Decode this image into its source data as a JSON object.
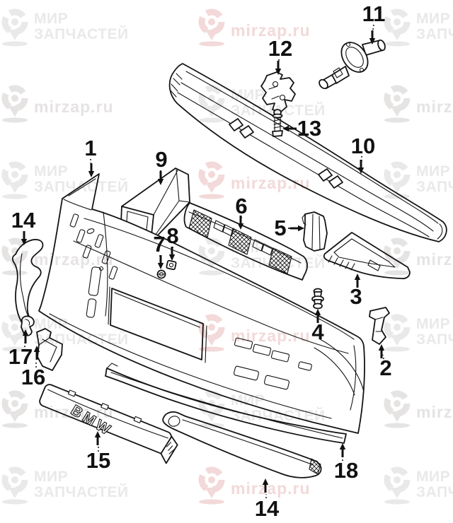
{
  "watermark": {
    "brand_line1": "МИР",
    "brand_line2": "ЗАПЧАСТЕЙ",
    "site": "mirzap.ru",
    "brand_color": "#e9e9e9",
    "site_color": "#e6e3e3",
    "site_accent_color": "#f3d9d9"
  },
  "diagram": {
    "bmw_badge": "BMW",
    "line_color": "#141414",
    "callouts": [
      {
        "label": "1"
      },
      {
        "label": "2"
      },
      {
        "label": "3"
      },
      {
        "label": "4"
      },
      {
        "label": "5"
      },
      {
        "label": "6"
      },
      {
        "label": "7"
      },
      {
        "label": "8"
      },
      {
        "label": "9"
      },
      {
        "label": "10"
      },
      {
        "label": "11"
      },
      {
        "label": "12"
      },
      {
        "label": "13"
      },
      {
        "label": "14"
      },
      {
        "label": "15"
      },
      {
        "label": "16"
      },
      {
        "label": "17"
      },
      {
        "label": "18"
      },
      {
        "label": "14"
      }
    ]
  }
}
